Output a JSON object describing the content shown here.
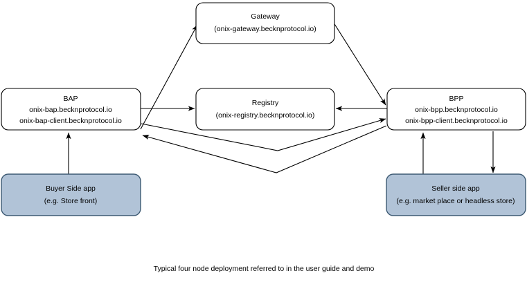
{
  "diagram": {
    "caption": "Typical four node deployment referred to in the user guide and demo",
    "colors": {
      "node_fill_plain": "#ffffff",
      "node_fill_app": "#b1c3d7",
      "node_stroke_plain": "#000000",
      "node_stroke_app": "#3d5a73",
      "edge_stroke": "#000000",
      "background": "#ffffff",
      "text": "#000000"
    },
    "nodes": [
      {
        "id": "gateway",
        "kind": "plain",
        "lines": [
          "Gateway",
          "(onix-gateway.becknprotocol.io)"
        ]
      },
      {
        "id": "bap",
        "kind": "plain",
        "lines": [
          "BAP",
          "onix-bap.becknprotocol.io",
          "onix-bap-client.becknprotocol.io"
        ]
      },
      {
        "id": "registry",
        "kind": "plain",
        "lines": [
          "Registry",
          "(onix-registry.becknprotocol.io)"
        ]
      },
      {
        "id": "bpp",
        "kind": "plain",
        "lines": [
          "BPP",
          "onix-bpp.becknprotocol.io",
          "onix-bpp-client.becknprotocol.io"
        ]
      },
      {
        "id": "buyer-app",
        "kind": "app",
        "lines": [
          "Buyer Side app",
          "(e.g. Store front)"
        ]
      },
      {
        "id": "seller-app",
        "kind": "app",
        "lines": [
          "Seller side app",
          "(e.g. market place or headless store)"
        ]
      }
    ],
    "edges": [
      {
        "id": "bap-to-gateway",
        "from": "bap",
        "to": "gateway",
        "label": ""
      },
      {
        "id": "gateway-to-bpp",
        "from": "gateway",
        "to": "bpp",
        "label": ""
      },
      {
        "id": "bap-to-registry",
        "from": "bap",
        "to": "registry",
        "label": ""
      },
      {
        "id": "bpp-to-registry",
        "from": "bpp",
        "to": "registry",
        "label": ""
      },
      {
        "id": "bap-to-bpp",
        "from": "bap",
        "to": "bpp",
        "label": ""
      },
      {
        "id": "bpp-to-bap",
        "from": "bpp",
        "to": "bap",
        "label": ""
      },
      {
        "id": "buyer-app-to-bap",
        "from": "buyer-app",
        "to": "bap",
        "label": ""
      },
      {
        "id": "seller-app-to-bpp",
        "from": "seller-app",
        "to": "bpp",
        "label": ""
      },
      {
        "id": "bpp-to-seller-app",
        "from": "bpp",
        "to": "seller-app",
        "label": ""
      }
    ]
  }
}
